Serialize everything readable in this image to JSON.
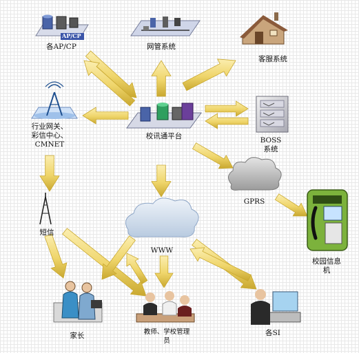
{
  "colors": {
    "arrow_light": "#f3dd7e",
    "arrow_dark": "#c9a830",
    "cloud": "#c5d5e6",
    "grid": "#e8e8e8"
  },
  "nodes": {
    "ap_cp": {
      "badge": "AP/CP",
      "label": "各AP/CP",
      "icon": "server-rack-icon"
    },
    "nms": {
      "label": "网管系统",
      "icon": "network-management-icon"
    },
    "customer_service": {
      "label": "客服系统",
      "icon": "house-icon"
    },
    "gateway": {
      "label_lines": [
        "行业网关、",
        "彩信中心、",
        "CMNET"
      ],
      "icon": "antenna-tower-icon"
    },
    "platform": {
      "label": "校讯通平台",
      "icon": "platform-servers-icon"
    },
    "boss": {
      "label_lines": [
        "BOSS",
        "系统"
      ],
      "icon": "boss-rack-icon"
    },
    "gprs": {
      "label": "GPRS",
      "icon": "cloud-icon"
    },
    "sms": {
      "label": "短信",
      "icon": "radio-mast-icon"
    },
    "www": {
      "label": "WWW",
      "icon": "cloud-icon"
    },
    "campus_phone": {
      "label_lines": [
        "校园信息",
        "机"
      ],
      "icon": "payphone-icon"
    },
    "parents": {
      "label": "家长",
      "icon": "parents-icon"
    },
    "teachers": {
      "label_lines": [
        "教师、学校管理",
        "员"
      ],
      "icon": "meeting-icon"
    },
    "si": {
      "label": "各SI",
      "icon": "workstation-icon"
    }
  }
}
